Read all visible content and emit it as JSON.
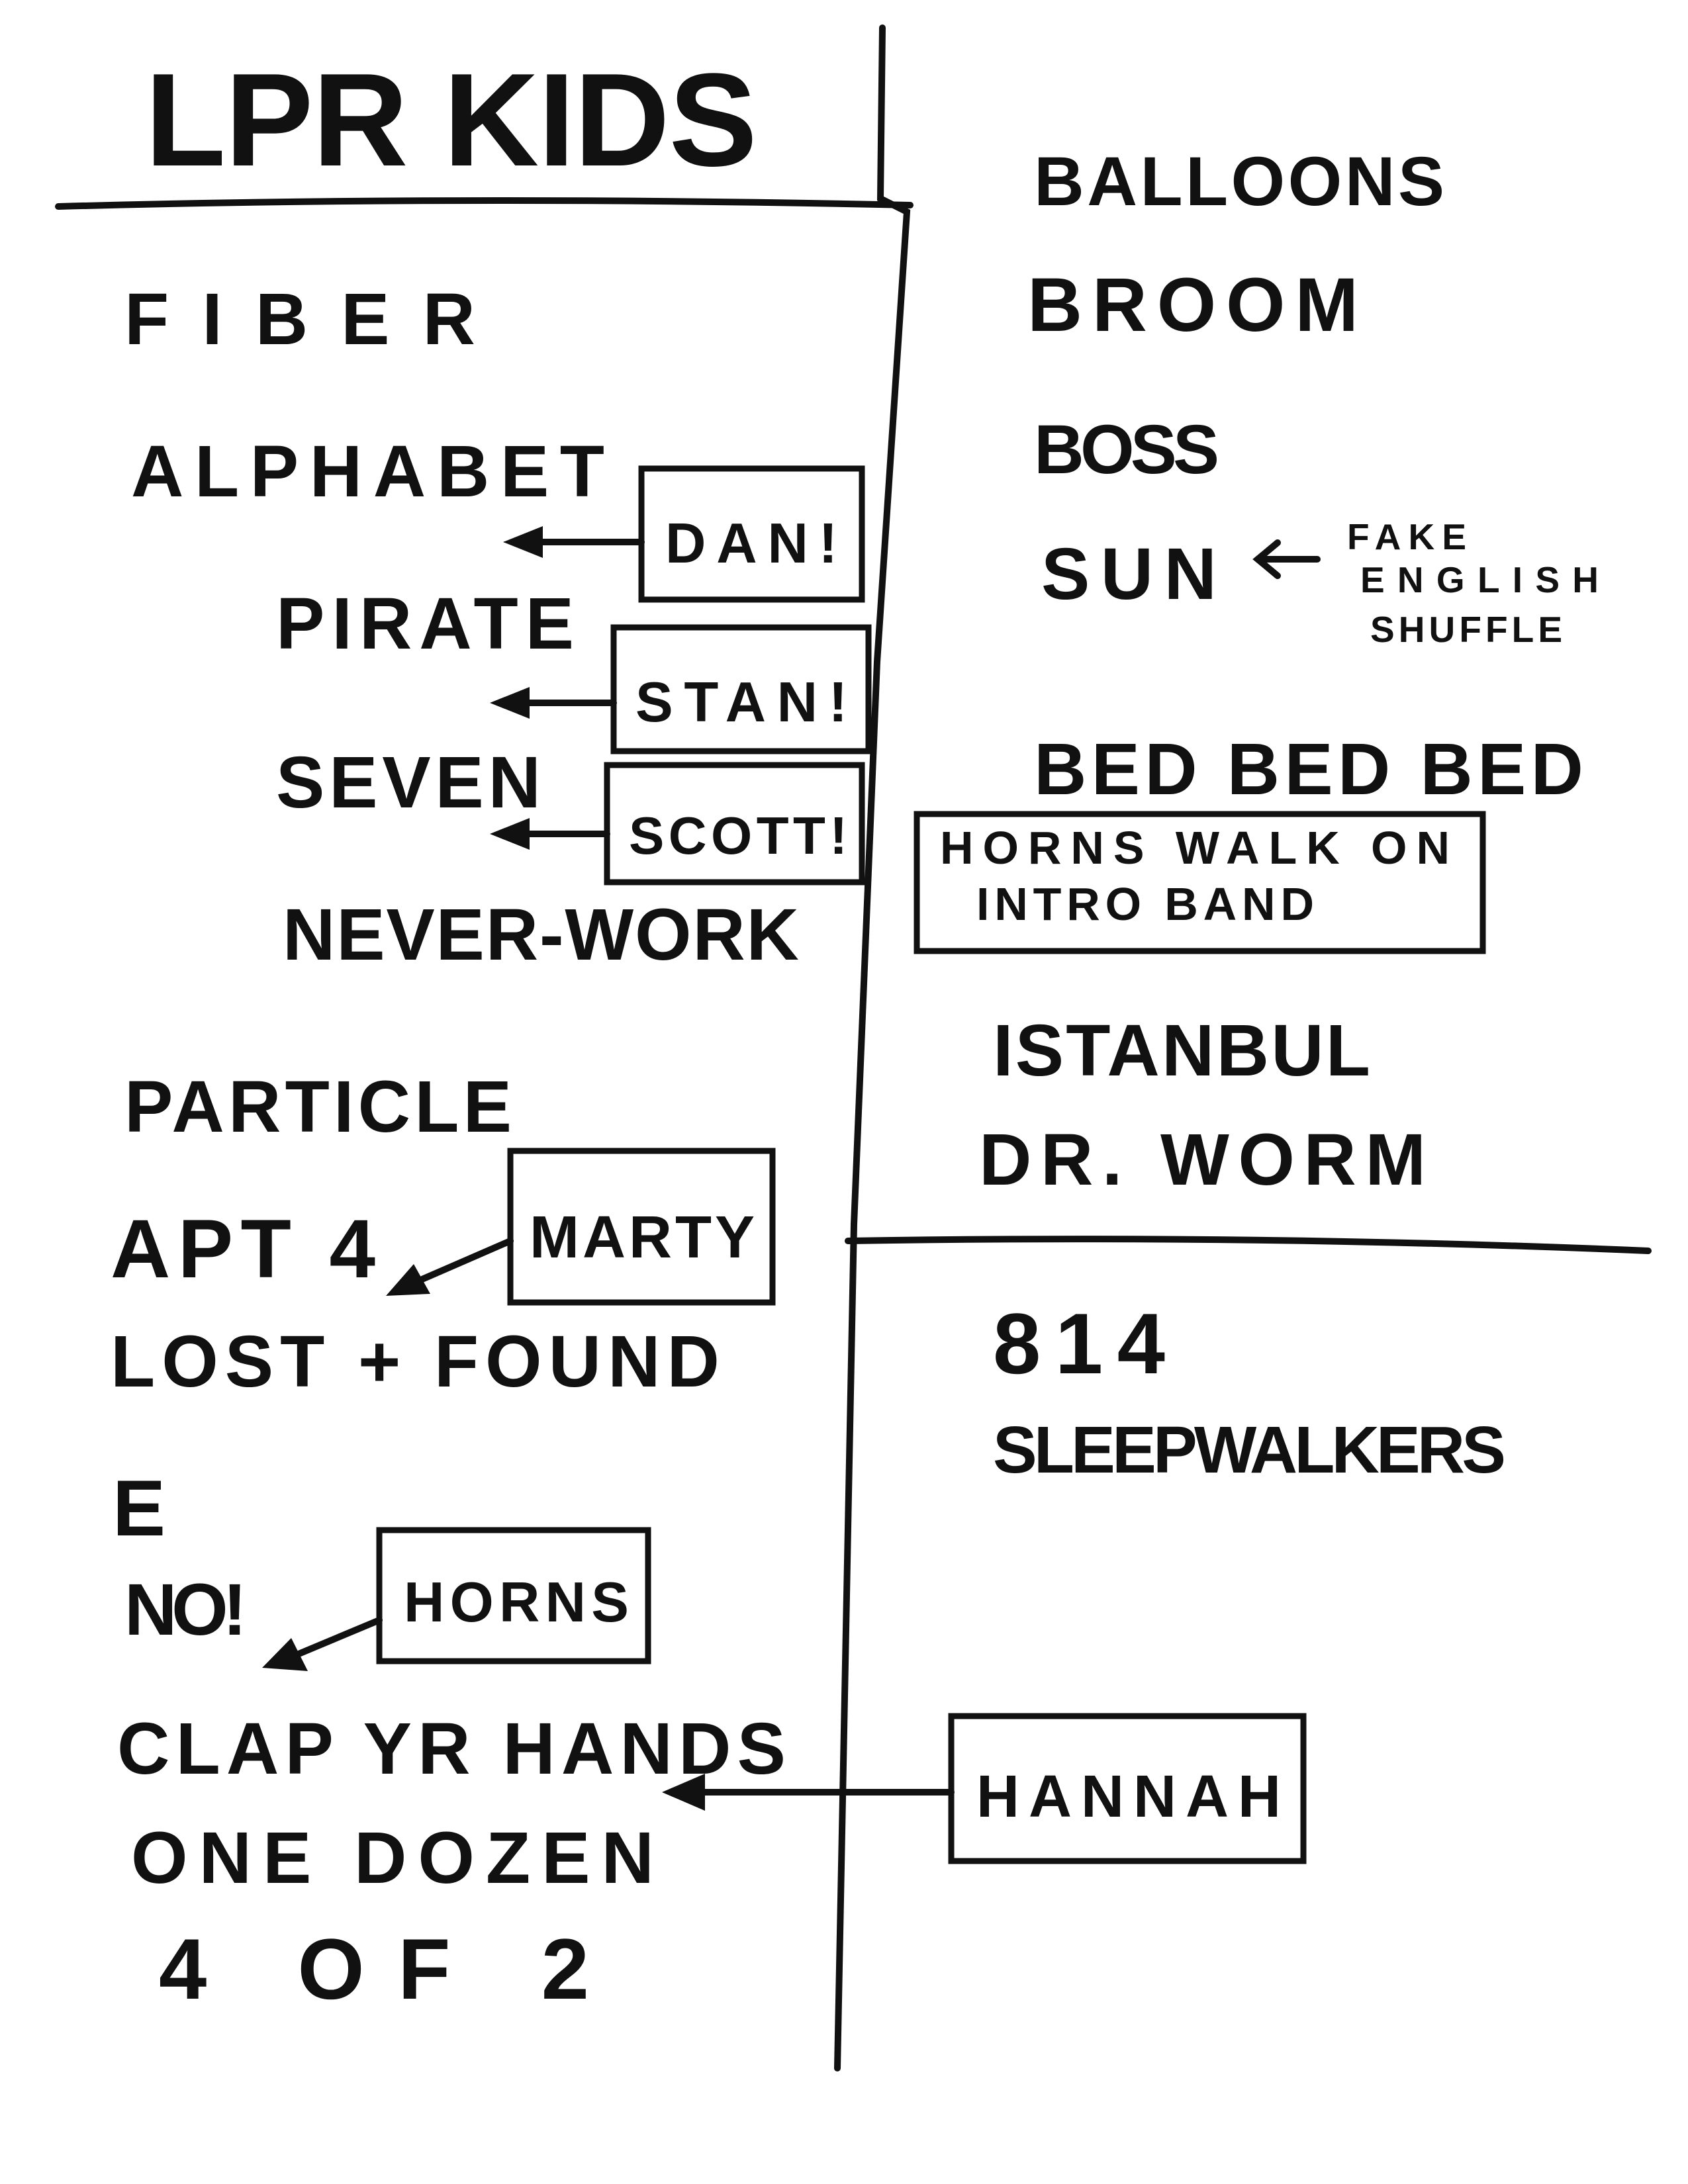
{
  "title": "LPR KIDS",
  "left_column": {
    "songs": [
      "FIBER",
      "ALPHABET",
      "PIRATE",
      "SEVEN",
      "NEVER-WORK",
      "PARTICLE",
      "APT 4",
      "LOST + FOUND",
      "E",
      "NO!",
      "CLAP YR HANDS",
      "ONE DOZEN",
      "4 OF 2"
    ],
    "guests": {
      "dan": "DAN!",
      "stan": "STAN!",
      "scott": "SCOTT!",
      "marty": "MARTY",
      "horns": "HORNS",
      "hannah": "HANNAH"
    }
  },
  "right_column": {
    "songs": [
      "BALLOONS",
      "BROOM",
      "BOSS",
      "SUN",
      "BED BED BED",
      "ISTANBUL",
      "DR. WORM"
    ],
    "sun_note": [
      "FAKE",
      "ENGLISH",
      "SHUFFLE"
    ],
    "intro_note": [
      "HORNS WALK ON",
      "INTRO BAND"
    ],
    "encore": [
      "814",
      "SLEEPWALKERS"
    ]
  }
}
